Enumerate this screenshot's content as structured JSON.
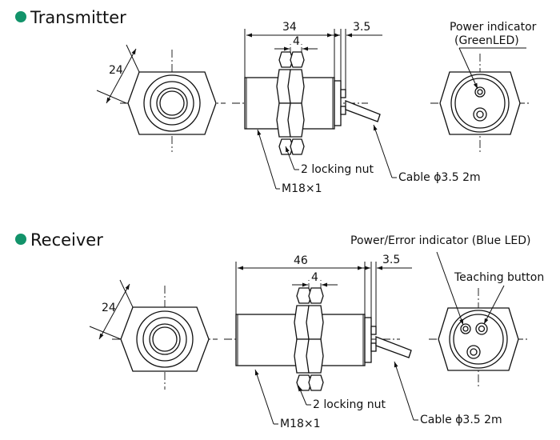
{
  "colors": {
    "bullet": "#12936a",
    "line": "#111111"
  },
  "transmitter": {
    "heading": "Transmitter",
    "across_flats": "24",
    "body_length": "34",
    "nut_width": "4",
    "cable_offset": "3.5",
    "indicator_label_1": "Power indicator",
    "indicator_label_2": "(GreenLED)",
    "nut_label": "2 locking nut",
    "thread_label": "M18×1",
    "cable_label": "Cable ϕ3.5 2m"
  },
  "receiver": {
    "heading": "Receiver",
    "across_flats": "24",
    "body_length": "46",
    "nut_width": "4",
    "cable_offset": "3.5",
    "indicator_label": "Power/Error indicator (Blue LED)",
    "button_label": "Teaching button",
    "nut_label": "2 locking nut",
    "thread_label": "M18×1",
    "cable_label": "Cable ϕ3.5 2m"
  }
}
